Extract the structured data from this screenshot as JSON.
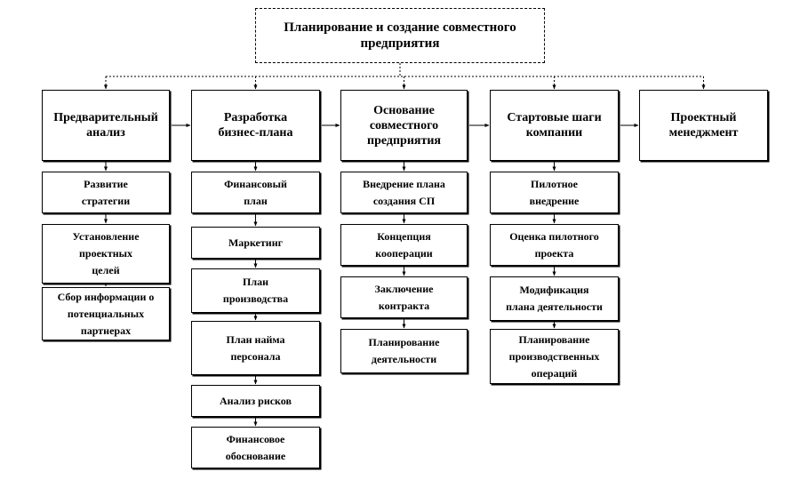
{
  "title": "Планирование и создание совместного\nпредприятия",
  "columns": [
    {
      "heading": "Предварительный\nанализ",
      "items": [
        "Развитие\nстратегии",
        "Установление\nпроектных\nцелей",
        "Сбор информации о\nпотенциальных\nпартнерах"
      ]
    },
    {
      "heading": "Разработка\nбизнес-плана",
      "items": [
        "Финансовый\nплан",
        "Маркетинг",
        "План\nпроизводства",
        "План найма\nперсонала",
        "Анализ рисков",
        "Финансовое\nобоснование"
      ]
    },
    {
      "heading": "Основание\nсовместного\nпредприятия",
      "items": [
        "Внедрение плана\nсоздания СП",
        "Концепция\nкооперации",
        "Заключение\nконтракта",
        "Планирование\nдеятельности"
      ]
    },
    {
      "heading": "Стартовые шаги\nкомпании",
      "items": [
        "Пилотное\nвнедрение",
        "Оценка пилотного\nпроекта",
        "Модификация\nплана деятельности",
        "Планирование\nпроизводственных\nопераций"
      ]
    },
    {
      "heading": "Проектный\nменеджмент",
      "items": []
    }
  ]
}
